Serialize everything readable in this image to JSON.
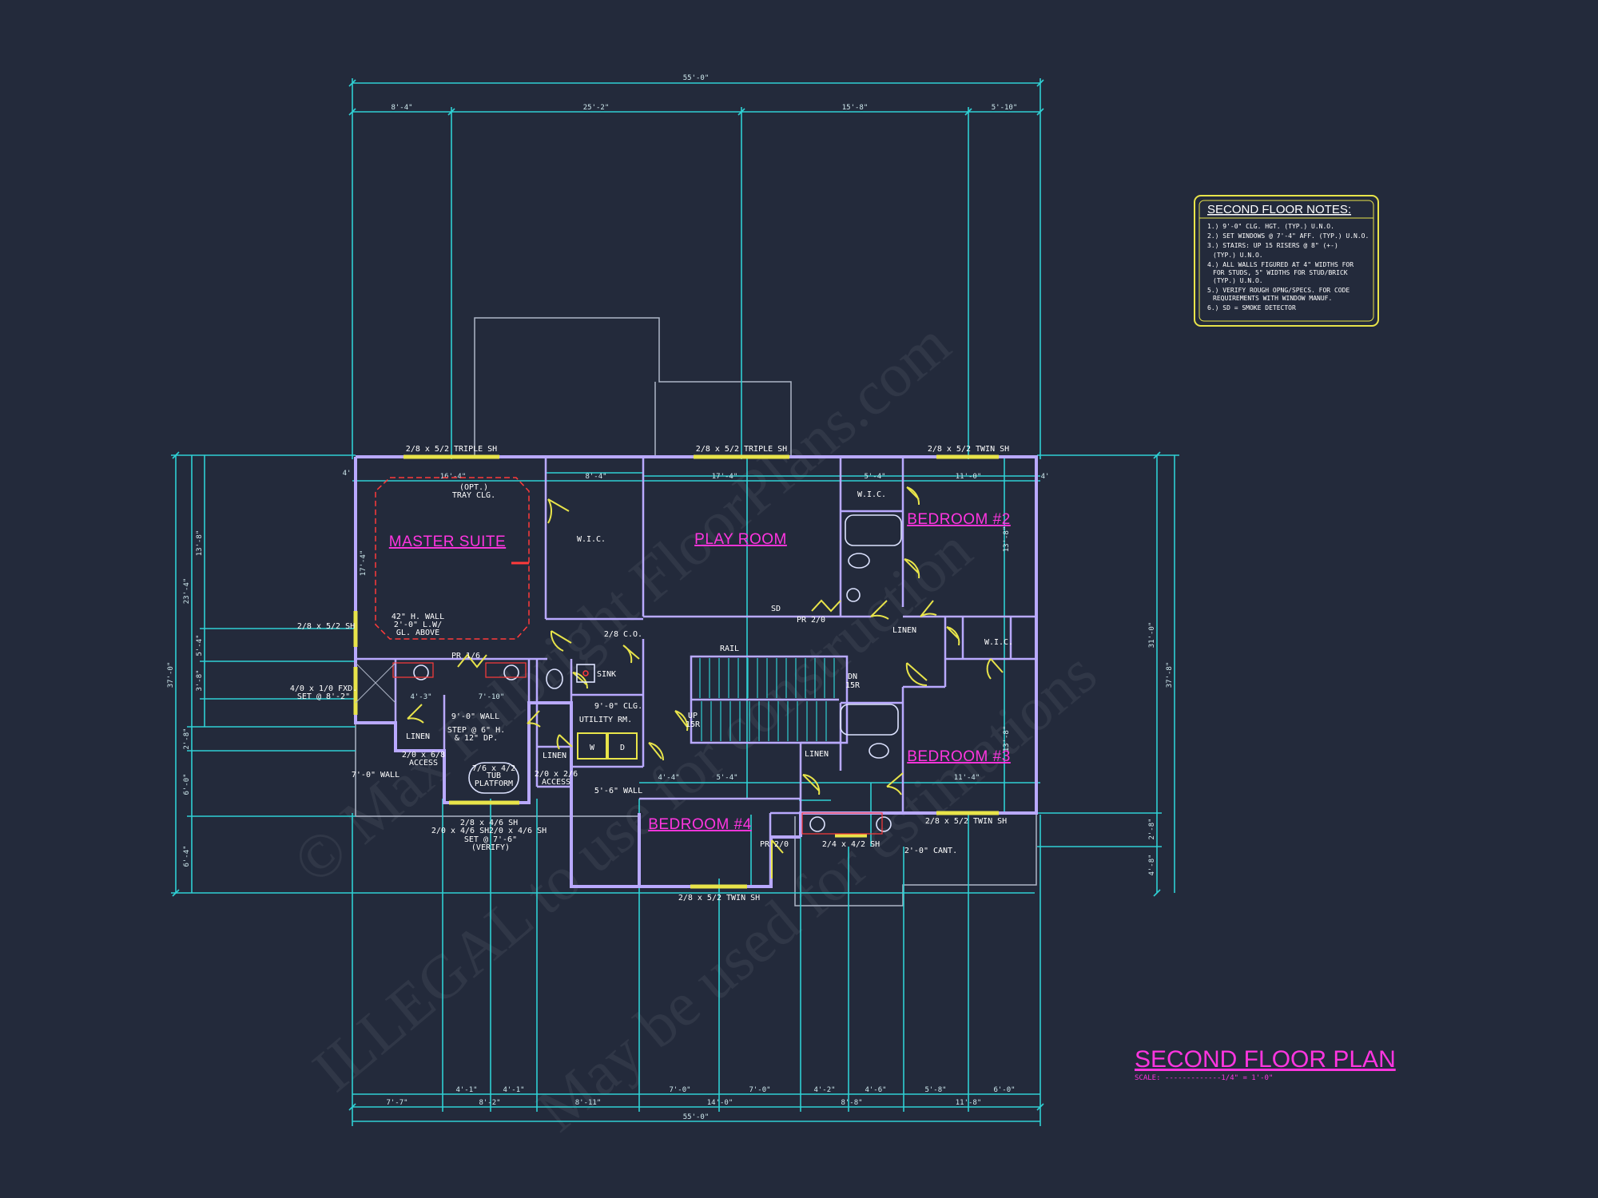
{
  "sheet": {
    "title": "SECOND FLOOR PLAN",
    "scale": "SCALE: -------------1/4\" = 1'-0\""
  },
  "notes": {
    "title": "SECOND FLOOR NOTES:",
    "items": [
      "1.) 9'-0\" CLG. HGT. (TYP.) U.N.O.",
      "2.) SET WINDOWS @ 7'-4\" AFF. (TYP.) U.N.O.",
      "3.) STAIRS: UP 15 RISERS @ 8\" (+-)",
      "(TYP.) U.N.O.",
      "4.) ALL WALLS FIGURED AT 4\" WIDTHS FOR",
      "FOR STUDS, 5\" WIDTHS FOR STUD/BRICK",
      "(TYP.) U.N.O.",
      "5.) VERIFY ROUGH OPNG/SPECS. FOR CODE",
      "REQUIREMENTS WITH WINDOW MANUF.",
      "6.) SD = SMOKE DETECTOR"
    ]
  },
  "watermark": [
    "© Max Fulbright FloorPlans.com",
    "ILLEGAL to use for construction",
    "May be used for estimations"
  ],
  "rooms": {
    "master": "MASTER SUITE",
    "play": "PLAY ROOM",
    "bed2": "BEDROOM #2",
    "bed3": "BEDROOM #3",
    "bed4": "BEDROOM #4"
  },
  "labels": {
    "tray": "(OPT.)",
    "tray2": "TRAY CLG.",
    "wic1": "W.I.C.",
    "wic2": "W.I.C.",
    "wic3": "W.I.C.",
    "linen1": "LINEN",
    "linen2": "LINEN",
    "linen3": "LINEN",
    "linen4": "LINEN",
    "utility": "UTILITY RM.",
    "sink": "SINK",
    "rail": "RAIL",
    "up": "UP",
    "up2": "15R",
    "dn": "DN",
    "dn2": "15R",
    "wall42a": "42\" H. WALL",
    "wall42b": "2'-0\" L.W/",
    "wall42c": "GL. ABOVE",
    "pr16": "PR 1/6",
    "pr20a": "PR 2/0",
    "pr20b": "PR 2/0",
    "co": "2/8 C.O.",
    "clg9": "9'-0\" CLG.",
    "wall9": "9'-0\" WALL",
    "wall7": "7'-0\" WALL",
    "wall56": "5'-6\" WALL",
    "step1": "STEP @ 6\" H.",
    "step2": "& 12\" DP.",
    "tub1": "7/6 x 4/2",
    "tub2": "TUB",
    "tub3": "PLATFORM",
    "access1": "2/0 x 6/8",
    "access1b": "ACCESS",
    "access2": "2/0 x 2/6",
    "access2b": "ACCESS",
    "cant": "2'-0\" CANT.",
    "washer": "W",
    "dryer": "D",
    "sd": "SD",
    "win_top1": "2/8 x 5/2 TRIPLE SH",
    "win_top2": "2/8 x 5/2 TRIPLE SH",
    "win_top3": "2/8 x 5/2 TWIN SH",
    "win_left1": "2/8 x 5/2 SH",
    "win_left2": "4/0 x 1/0 FXD.",
    "win_left2b": "SET @ 8'-2\"",
    "win_bot1": "2/8 x 4/6 SH",
    "win_bot2": "2/0 x 4/6 SH",
    "win_bot3": "2/0 x 4/6 SH",
    "win_bot4": "SET @ 7'-6\"",
    "win_bot5": "(VERIFY)",
    "win_bot6": "2/8 x 5/2 TWIN SH",
    "win_bot7": "2/4 x 4/2 SH",
    "win_bot8": "2/8 x 5/2 TWIN SH"
  },
  "dimensions": {
    "top_overall": "55'-0\"",
    "top_1": "8'-4\"",
    "top_2": "25'-2\"",
    "top_3": "15'-8\"",
    "top_4": "5'-10\"",
    "bot_overall": "55'-0\"",
    "bot_1": "7'-7\"",
    "bot_2": "4'-1\"",
    "bot_3": "4'-1\"",
    "bot_4": "8'-2\"",
    "bot_5": "8'-11\"",
    "bot_6": "7'-0\"",
    "bot_7": "7'-0\"",
    "bot_8": "14'-0\"",
    "bot_9": "4'-2\"",
    "bot_10": "4'-6\"",
    "bot_11": "8'-8\"",
    "bot_12": "5'-8\"",
    "bot_13": "6'-0\"",
    "bot_14": "11'-8\"",
    "left_overall": "37'-0\"",
    "left_1": "13'-8\"",
    "left_2": "23'-4\"",
    "left_3": "5'-4\"",
    "left_4": "3'-8\"",
    "left_5": "2'-8\"",
    "left_6": "6'-0\"",
    "left_7": "6'-4\"",
    "right_overall": "37'-8\"",
    "right_overall2": "31'-0\"",
    "right_1": "13'-8\"",
    "right_2": "13'-8\"",
    "right_3": "2'-8\"",
    "right_4": "4'-8\"",
    "in_master": "16'-4\"",
    "in_wic": "8'-4\"",
    "in_play": "17'-4\"",
    "in_bed2": "11'-0\"",
    "in_bed2b": "5'-4\"",
    "in_master_h": "17'-4\"",
    "in_bed3": "11'-4\"",
    "in_4": "4'",
    "in_4b": "4'",
    "in_bed4a": "4'-4\"",
    "in_bed4b": "5'-4\"",
    "in_master_b": "7'-10\"",
    "in_master_c": "4'-3\""
  }
}
